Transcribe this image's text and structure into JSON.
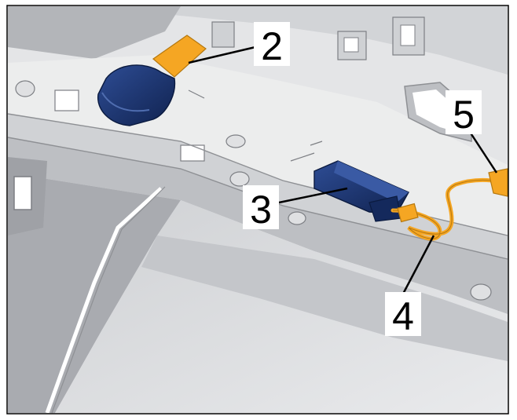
{
  "diagram": {
    "colors": {
      "background": "#ffffff",
      "border": "#000000",
      "plastic_light": "#e6e7e9",
      "plastic_mid": "#c9cbce",
      "plastic_dark": "#8e9094",
      "component_blue": "#1f3a78",
      "component_blue_dark": "#0f2150",
      "wire_orange": "#f5a623",
      "label_bg": "#ffffff",
      "label_text": "#000000"
    },
    "callouts": [
      {
        "id": "2",
        "label": "2",
        "part": "blue-connector-cap"
      },
      {
        "id": "3",
        "label": "3",
        "part": "blue-sensor-module"
      },
      {
        "id": "4",
        "label": "4",
        "part": "orange-wiring-harness"
      },
      {
        "id": "5",
        "label": "5",
        "part": "orange-clip"
      }
    ]
  }
}
